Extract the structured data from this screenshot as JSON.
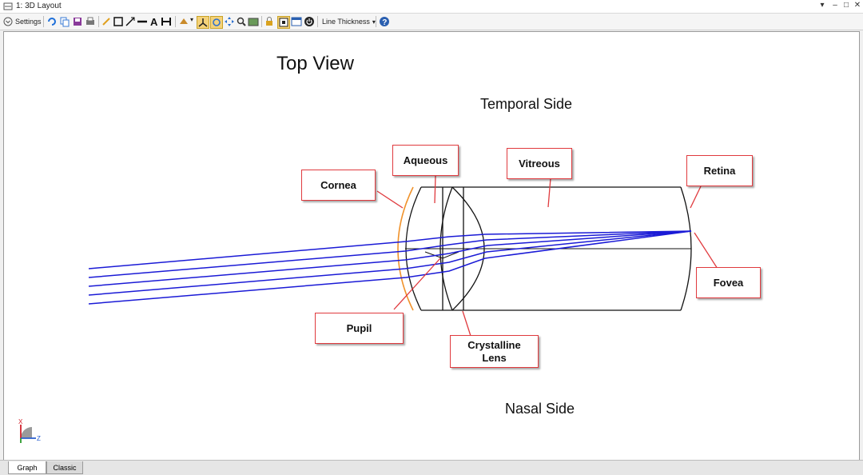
{
  "window": {
    "title": "1: 3D Layout"
  },
  "toolbar": {
    "settings_label": "Settings",
    "line_thickness_label": "Line Thickness"
  },
  "diagram": {
    "title": "Top View",
    "top_side_label": "Temporal Side",
    "bottom_side_label": "Nasal Side",
    "labels": {
      "cornea": "Cornea",
      "aqueous": "Aqueous",
      "vitreous": "Vitreous",
      "retina": "Retina",
      "fovea": "Fovea",
      "pupil": "Pupil",
      "crystalline_lens_line1": "Crystalline",
      "crystalline_lens_line2": "Lens"
    },
    "axis": {
      "x": "X",
      "z": "Z"
    },
    "colors": {
      "rays": "#1a1ad6",
      "cornea": "#f0922b",
      "leader": "#e03a3e",
      "outline": "#111111"
    }
  },
  "tabs": [
    {
      "label": "Graph"
    },
    {
      "label": "Classic"
    }
  ]
}
